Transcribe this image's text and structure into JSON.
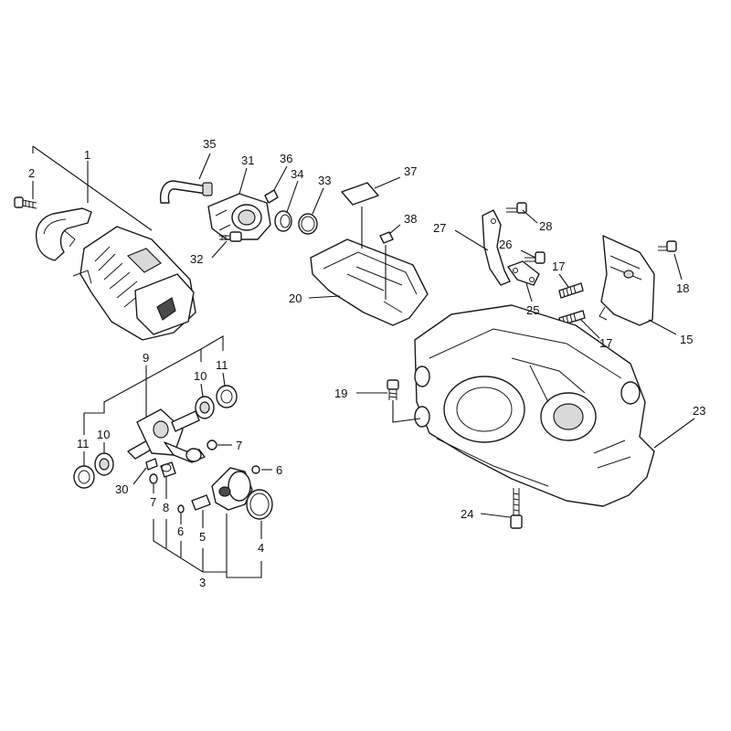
{
  "callouts": [
    {
      "id": "1",
      "label": "1"
    },
    {
      "id": "2",
      "label": "2"
    },
    {
      "id": "3",
      "label": "3"
    },
    {
      "id": "4",
      "label": "4"
    },
    {
      "id": "5",
      "label": "5"
    },
    {
      "id": "6a",
      "label": "6"
    },
    {
      "id": "6b",
      "label": "6"
    },
    {
      "id": "7a",
      "label": "7"
    },
    {
      "id": "7b",
      "label": "7"
    },
    {
      "id": "8",
      "label": "8"
    },
    {
      "id": "9",
      "label": "9"
    },
    {
      "id": "10a",
      "label": "10"
    },
    {
      "id": "10b",
      "label": "10"
    },
    {
      "id": "11a",
      "label": "11"
    },
    {
      "id": "11b",
      "label": "11"
    },
    {
      "id": "15",
      "label": "15"
    },
    {
      "id": "17a",
      "label": "17"
    },
    {
      "id": "17b",
      "label": "17"
    },
    {
      "id": "18",
      "label": "18"
    },
    {
      "id": "19",
      "label": "19"
    },
    {
      "id": "20",
      "label": "20"
    },
    {
      "id": "23",
      "label": "23"
    },
    {
      "id": "24",
      "label": "24"
    },
    {
      "id": "25",
      "label": "25"
    },
    {
      "id": "26",
      "label": "26"
    },
    {
      "id": "27",
      "label": "27"
    },
    {
      "id": "28",
      "label": "28"
    },
    {
      "id": "30",
      "label": "30"
    },
    {
      "id": "31",
      "label": "31"
    },
    {
      "id": "32",
      "label": "32"
    },
    {
      "id": "33",
      "label": "33"
    },
    {
      "id": "34",
      "label": "34"
    },
    {
      "id": "35",
      "label": "35"
    },
    {
      "id": "36",
      "label": "36"
    },
    {
      "id": "37",
      "label": "37"
    },
    {
      "id": "38",
      "label": "38"
    }
  ]
}
